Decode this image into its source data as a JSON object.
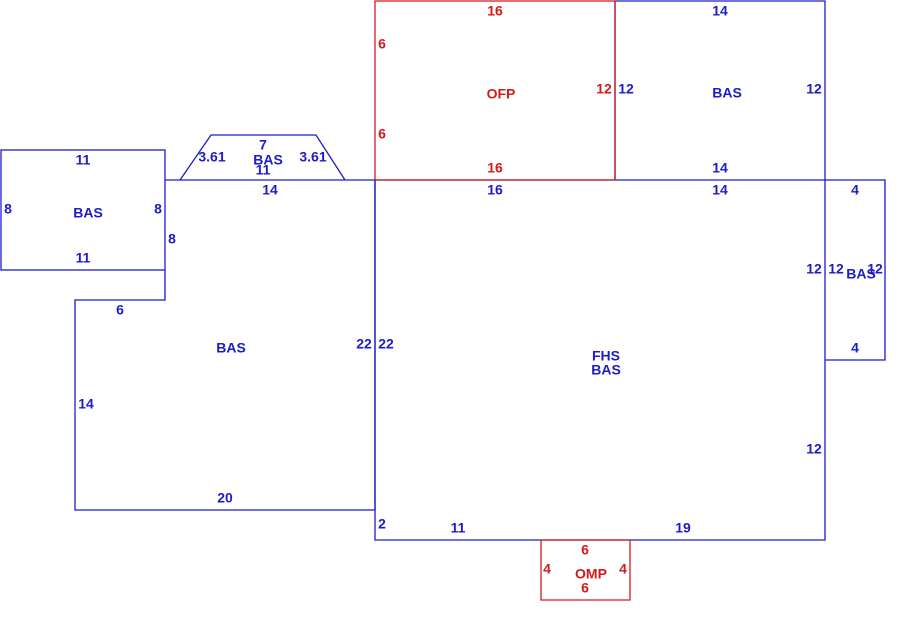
{
  "colors": {
    "living": "#1c1cc8",
    "porch": "#d21a1a"
  },
  "areas": {
    "left_wing": {
      "name": "BAS"
    },
    "top_bay": {
      "name": "BAS"
    },
    "lower_left": {
      "name": "BAS"
    },
    "main": {
      "name_top": "FHS",
      "name_bottom": "BAS"
    },
    "upper_right": {
      "name": "BAS"
    },
    "right_wing": {
      "name": "BAS"
    },
    "open_porch": {
      "name": "OFP"
    },
    "bottom_porch": {
      "name": "OMP"
    }
  },
  "dims": {
    "left_wing_top": "11",
    "left_wing_bottom": "11",
    "left_wing_left": "8",
    "left_wing_right": "8",
    "left_wing_side": "8",
    "bay_top": "7",
    "bay_left": "3.61",
    "bay_right": "3.61",
    "bay_base": "11",
    "lower_left_top": "14",
    "lower_left_step": "6",
    "lower_left_left": "14",
    "lower_left_bottom": "20",
    "lower_left_right": "22",
    "main_left": "22",
    "main_top_left": "16",
    "main_top_right": "14",
    "main_right_upper": "12",
    "main_right_lower": "12",
    "main_bottom_step": "2",
    "main_bottom_left": "11",
    "main_bottom_right": "19",
    "ofp_top": "16",
    "ofp_left_upper": "6",
    "ofp_left_lower": "6",
    "ofp_right": "12",
    "ofp_bottom": "16",
    "ur_top": "14",
    "ur_left": "12",
    "ur_right": "12",
    "ur_bottom": "14",
    "rw_top": "4",
    "rw_left": "12",
    "rw_right": "12",
    "rw_bottom": "4",
    "omp_top": "6",
    "omp_left": "4",
    "omp_right": "4",
    "omp_bottom": "6"
  }
}
